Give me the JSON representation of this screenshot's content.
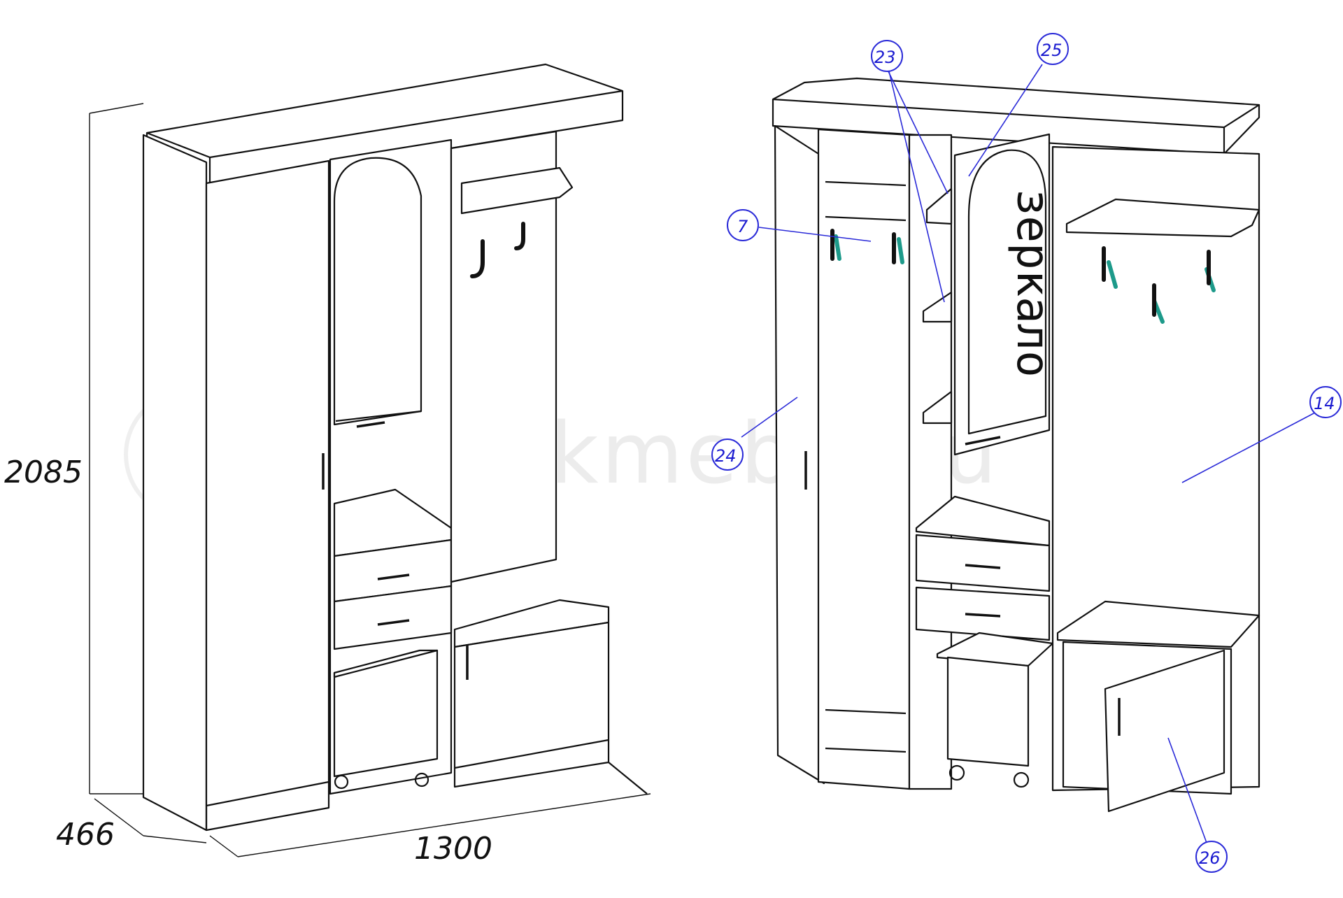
{
  "dimensions": {
    "height": "2085",
    "depth": "466",
    "width": "1300"
  },
  "mirror_label": "зеркало",
  "watermark": "spartakmebel.ru",
  "callouts": [
    {
      "id": "23",
      "label": "23"
    },
    {
      "id": "25",
      "label": "25"
    },
    {
      "id": "7",
      "label": "7"
    },
    {
      "id": "24",
      "label": "24"
    },
    {
      "id": "14",
      "label": "14"
    },
    {
      "id": "26",
      "label": "26"
    }
  ],
  "colors": {
    "line": "#111111",
    "callout": "#2a2ad8",
    "hook_accent": "#1d9a8a",
    "watermark": "#ececec"
  }
}
